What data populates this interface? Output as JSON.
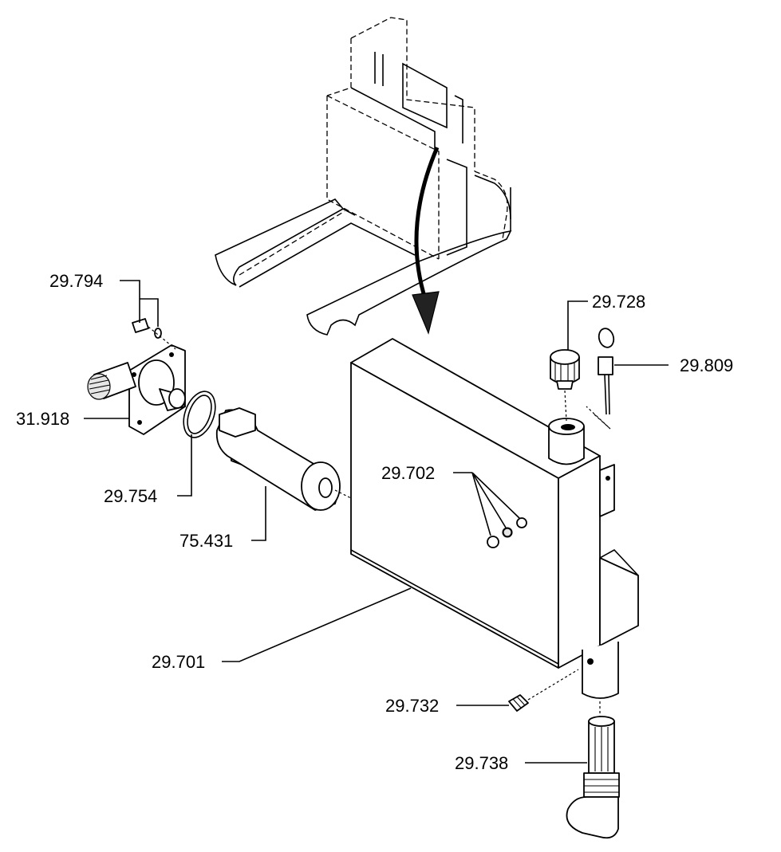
{
  "labels": {
    "p29794": "29.794",
    "p31918": "31.918",
    "p29754": "29.754",
    "p75431": "75.431",
    "p29728": "29.728",
    "p29809": "29.809",
    "p29702": "29.702",
    "p29701": "29.701",
    "p29732": "29.732",
    "p29738": "29.738"
  }
}
